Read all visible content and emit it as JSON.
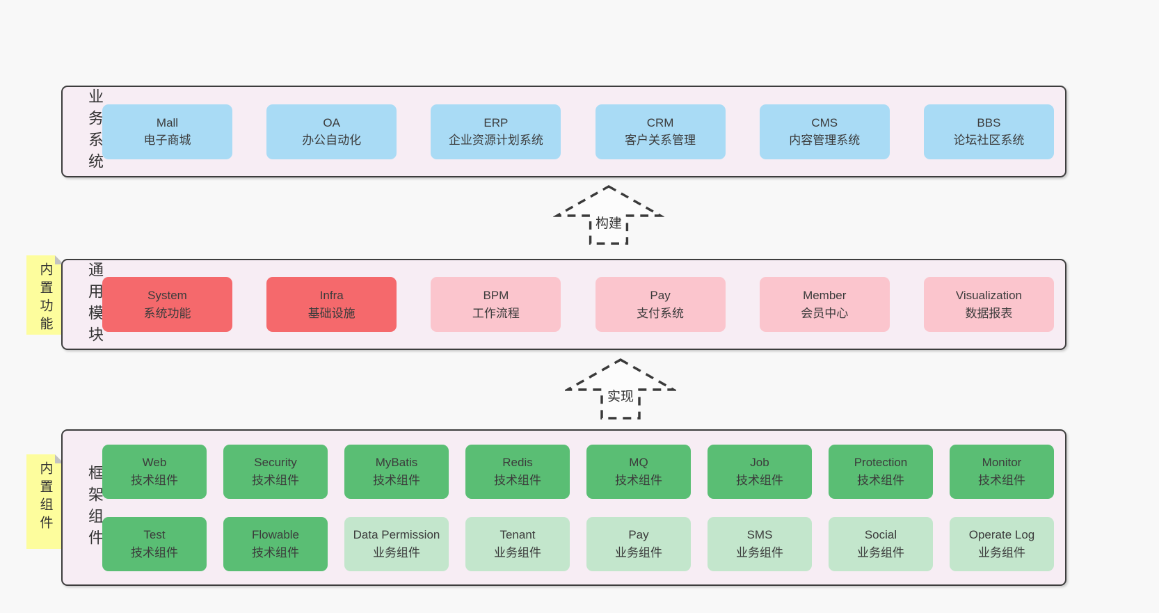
{
  "colors": {
    "pageBg": "#f8f8f8",
    "layerBg": "#f7edf4",
    "borderCol": "#3d3d3d",
    "text": "#3b3b3b",
    "blue": "#a9dbf5",
    "red": "#f5696c",
    "pink": "#fbc5cd",
    "green": "#5abe74",
    "lightGreen": "#c3e6cc",
    "noteYellow": "#fdfd9d",
    "noteFold": "#c2c2c2"
  },
  "layers": {
    "business": {
      "label": "业务系统",
      "boxes": [
        {
          "title": "Mall",
          "subtitle": "电子商城"
        },
        {
          "title": "OA",
          "subtitle": "办公自动化"
        },
        {
          "title": "ERP",
          "subtitle": "企业资源计划系统"
        },
        {
          "title": "CRM",
          "subtitle": "客户关系管理"
        },
        {
          "title": "CMS",
          "subtitle": "内容管理系统"
        },
        {
          "title": "BBS",
          "subtitle": "论坛社区系统"
        }
      ]
    },
    "modules": {
      "label": "通用模块",
      "note": "内置功能",
      "boxes": [
        {
          "title": "System",
          "subtitle": "系统功能"
        },
        {
          "title": "Infra",
          "subtitle": "基础设施"
        },
        {
          "title": "BPM",
          "subtitle": "工作流程"
        },
        {
          "title": "Pay",
          "subtitle": "支付系统"
        },
        {
          "title": "Member",
          "subtitle": "会员中心"
        },
        {
          "title": "Visualization",
          "subtitle": "数据报表"
        }
      ]
    },
    "framework": {
      "label": "框架组件",
      "note": "内置组件",
      "row1": [
        {
          "title": "Web",
          "subtitle": "技术组件"
        },
        {
          "title": "Security",
          "subtitle": "技术组件"
        },
        {
          "title": "MyBatis",
          "subtitle": "技术组件"
        },
        {
          "title": "Redis",
          "subtitle": "技术组件"
        },
        {
          "title": "MQ",
          "subtitle": "技术组件"
        },
        {
          "title": "Job",
          "subtitle": "技术组件"
        },
        {
          "title": "Protection",
          "subtitle": "技术组件"
        },
        {
          "title": "Monitor",
          "subtitle": "技术组件"
        }
      ],
      "row2": [
        {
          "title": "Test",
          "subtitle": "技术组件"
        },
        {
          "title": "Flowable",
          "subtitle": "技术组件"
        },
        {
          "title": "Data Permission",
          "subtitle": "业务组件"
        },
        {
          "title": "Tenant",
          "subtitle": "业务组件"
        },
        {
          "title": "Pay",
          "subtitle": "业务组件"
        },
        {
          "title": "SMS",
          "subtitle": "业务组件"
        },
        {
          "title": "Social",
          "subtitle": "业务组件"
        },
        {
          "title": "Operate Log",
          "subtitle": "业务组件"
        }
      ]
    }
  },
  "arrows": [
    {
      "label": "构建"
    },
    {
      "label": "实现"
    }
  ]
}
